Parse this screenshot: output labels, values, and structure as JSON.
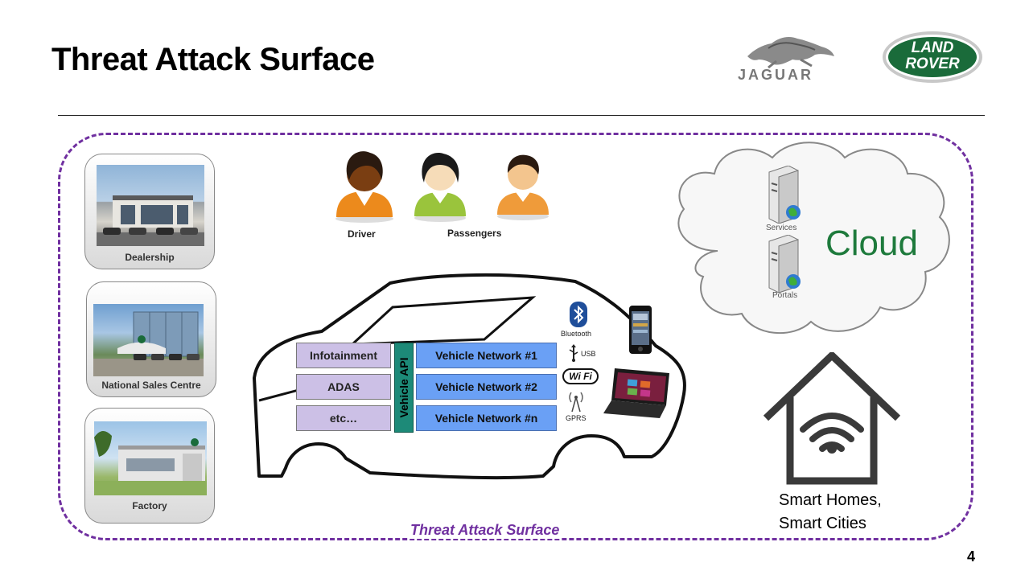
{
  "title": "Threat Attack Surface",
  "page_number": "4",
  "surface_label": "Threat Attack Surface",
  "logos": {
    "jaguar": "JAGUAR",
    "land_rover_line1": "LAND",
    "land_rover_line2": "ROVER"
  },
  "locations": [
    {
      "label": "Dealership"
    },
    {
      "label": "National Sales Centre"
    },
    {
      "label": "Factory"
    }
  ],
  "people": {
    "driver_label": "Driver",
    "passengers_label": "Passengers"
  },
  "vehicle": {
    "modules": [
      "Infotainment",
      "ADAS",
      "etc…"
    ],
    "api_label": "Vehicle API",
    "networks": [
      "Vehicle Network #1",
      "Vehicle Network #2",
      "Vehicle Network #n"
    ]
  },
  "connectivity": {
    "bluetooth": "Bluetooth",
    "usb": "USB",
    "wifi": "Wi Fi",
    "gprs": "GPRS"
  },
  "cloud": {
    "label": "Cloud",
    "services": "Services",
    "portals": "Portals"
  },
  "smart": {
    "line1": "Smart Homes,",
    "line2": "Smart Cities"
  },
  "colors": {
    "surface_border": "#7030a0",
    "api_bar": "#1d8a78",
    "network": "#6aa0f5",
    "module": "#ccc0e6",
    "cloud_text": "#1e7a3c",
    "land_rover_green": "#1a6b3a"
  }
}
